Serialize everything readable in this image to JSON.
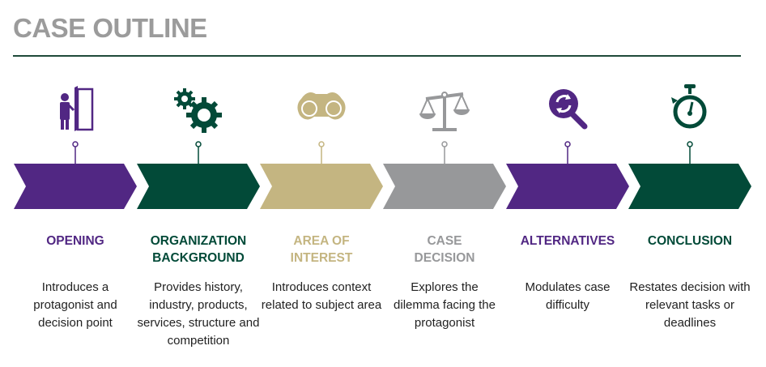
{
  "title": "CASE OUTLINE",
  "colors": {
    "purple": "#512783",
    "green": "#024a38",
    "gold": "#c4b581",
    "gray": "#97989a"
  },
  "steps": [
    {
      "label": "OPENING",
      "desc": "Introduces a protagonist and decision point",
      "icon": "person-door-icon",
      "color": "#512783"
    },
    {
      "label": "ORGANIZATION BACKGROUND",
      "desc": "Provides history, industry, products, services, structure and competition",
      "icon": "gears-icon",
      "color": "#024a38"
    },
    {
      "label": "AREA OF INTEREST",
      "desc": "Introduces context related to subject area",
      "icon": "binoculars-icon",
      "color": "#c4b581"
    },
    {
      "label": "CASE DECISION",
      "desc": "Explores the dilemma facing the protagonist",
      "icon": "scales-icon",
      "color": "#97989a"
    },
    {
      "label": "ALTERNATIVES",
      "desc": "Modulates case difficulty",
      "icon": "magnifier-refresh-icon",
      "color": "#512783"
    },
    {
      "label": "CONCLUSION",
      "desc": "Restates decision with relevant tasks or deadlines",
      "icon": "stopwatch-icon",
      "color": "#024a38"
    }
  ]
}
